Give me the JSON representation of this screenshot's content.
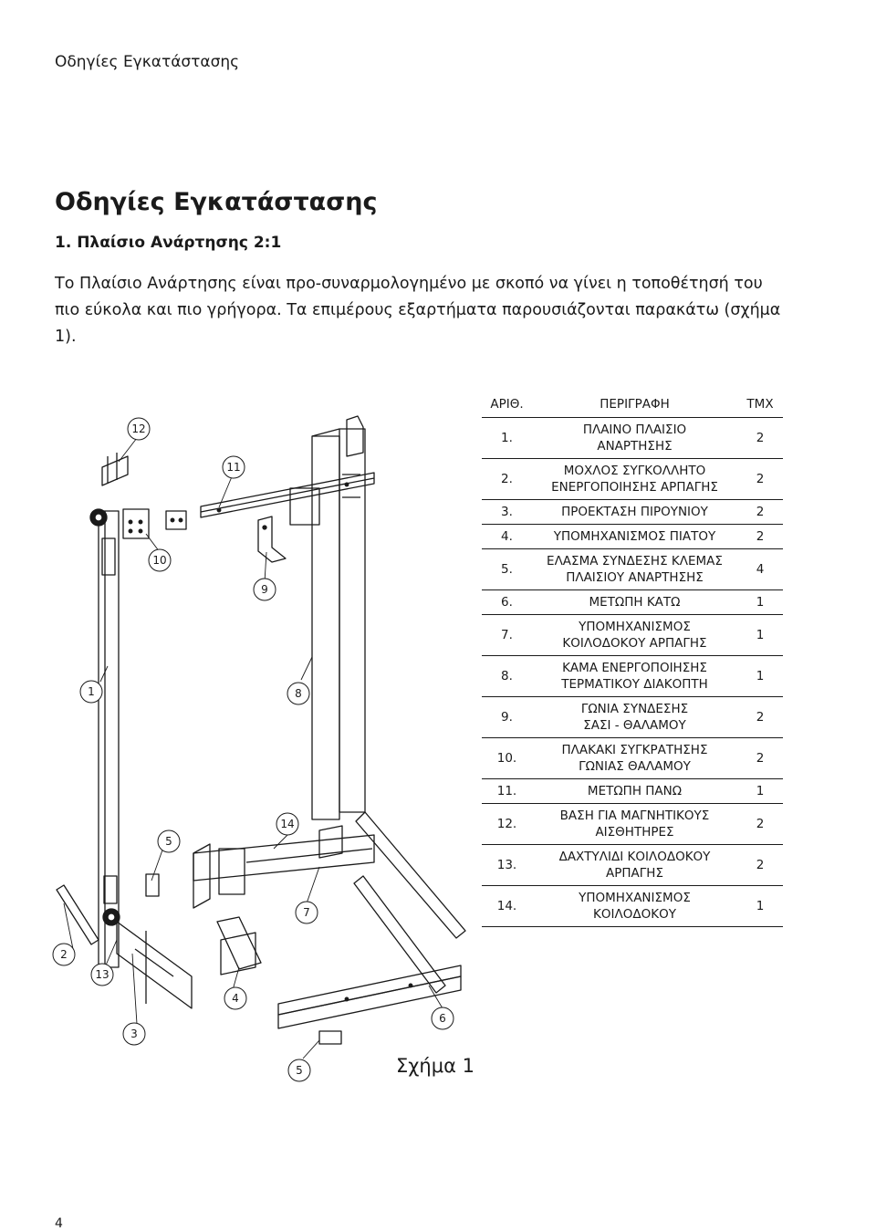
{
  "header": {
    "running_title": "Οδηγίες Εγκατάστασης"
  },
  "page": {
    "title": "Οδηγίες Εγκατάστασης",
    "section": "1. Πλαίσιο Ανάρτησης 2:1",
    "intro": "Το Πλαίσιο Ανάρτησης είναι προ-συναρμολογημένο με σκοπό να γίνει η τοποθέτησή του πιο εύκολα και πιο γρήγορα. Τα επιμέρους εξαρτήματα παρουσιάζονται παρακάτω (σχήμα 1).",
    "figure_caption": "Σχήμα 1",
    "page_number": "4"
  },
  "parts_table": {
    "headers": {
      "num": "ΑΡΙΘ.",
      "desc": "ΠΕΡΙΓΡΑΦΗ",
      "qty": "ΤΜΧ"
    },
    "rows": [
      {
        "num": "1.",
        "line1": "ΠΛΑΙΝΟ ΠΛΑΙΣΙΟ",
        "line2": "ΑΝΑΡΤΗΣΗΣ",
        "qty": "2"
      },
      {
        "num": "2.",
        "line1": "ΜΟΧΛΟΣ ΣΥΓΚΟΛΛΗΤΟ",
        "line2": "ΕΝΕΡΓΟΠΟΙΗΣΗΣ ΑΡΠΑΓΗΣ",
        "qty": "2"
      },
      {
        "num": "3.",
        "line1": "ΠΡΟΕΚΤΑΣΗ ΠΙΡΟΥΝΙΟΥ",
        "line2": "",
        "qty": "2"
      },
      {
        "num": "4.",
        "line1": "ΥΠΟΜΗΧΑΝΙΣΜΟΣ ΠΙΑΤΟΥ",
        "line2": "",
        "qty": "2"
      },
      {
        "num": "5.",
        "line1": "ΕΛΑΣΜΑ ΣΥΝΔΕΣΗΣ ΚΛΕΜΑΣ",
        "line2": "ΠΛΑΙΣΙΟΥ ΑΝΑΡΤΗΣΗΣ",
        "qty": "4"
      },
      {
        "num": "6.",
        "line1": "ΜΕΤΩΠΗ ΚΑΤΩ",
        "line2": "",
        "qty": "1"
      },
      {
        "num": "7.",
        "line1": "ΥΠΟΜΗΧΑΝΙΣΜΟΣ",
        "line2": "ΚΟΙΛΟΔΟΚΟΥ ΑΡΠΑΓΗΣ",
        "qty": "1"
      },
      {
        "num": "8.",
        "line1": "ΚΑΜΑ ΕΝΕΡΓΟΠΟΙΗΣΗΣ",
        "line2": "ΤΕΡΜΑΤΙΚΟΥ ΔΙΑΚΟΠΤΗ",
        "qty": "1"
      },
      {
        "num": "9.",
        "line1": "ΓΩΝΙΑ ΣΥΝΔΕΣΗΣ",
        "line2": "ΣΑΣΙ - ΘΑΛΑΜΟΥ",
        "qty": "2"
      },
      {
        "num": "10.",
        "line1": "ΠΛΑΚΑΚΙ ΣΥΓΚΡΑΤΗΣΗΣ",
        "line2": "ΓΩΝΙΑΣ ΘΑΛΑΜΟΥ",
        "qty": "2"
      },
      {
        "num": "11.",
        "line1": "ΜΕΤΩΠΗ ΠΑΝΩ",
        "line2": "",
        "qty": "1"
      },
      {
        "num": "12.",
        "line1": "ΒΑΣΗ ΓΙΑ ΜΑΓΝΗΤΙΚΟΥΣ",
        "line2": "ΑΙΣΘΗΤΗΡΕΣ",
        "qty": "2"
      },
      {
        "num": "13.",
        "line1": "ΔΑΧΤΥΛΙΔΙ ΚΟΙΛΟΔΟΚΟΥ",
        "line2": "ΑΡΠΑΓΗΣ",
        "qty": "2"
      },
      {
        "num": "14.",
        "line1": "ΥΠΟΜΗΧΑΝΙΣΜΟΣ",
        "line2": "ΚΟΙΛΟΔΟΚΟΥ",
        "qty": "1"
      }
    ]
  },
  "diagram": {
    "callouts": [
      "12",
      "11",
      "10",
      "9",
      "1",
      "8",
      "14",
      "5",
      "7",
      "2",
      "13",
      "4",
      "6",
      "3",
      "5"
    ]
  }
}
